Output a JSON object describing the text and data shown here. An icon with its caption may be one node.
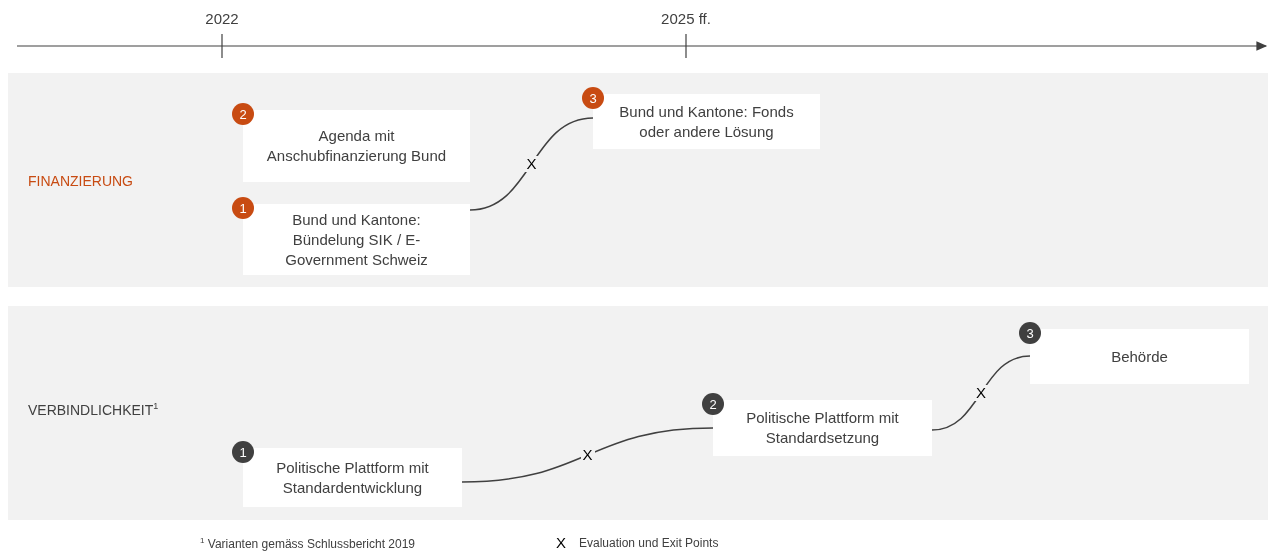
{
  "diagram": {
    "nodes": [
      {
        "text": [
          "FINANZIERUNG"
        ]
      },
      {
        "text": [
          "Agenda mit Anschubfinanzierung Bund"
        ],
        "in": 0,
        "beside": [
          "2"
        ]
      },
      {
        "text": [
          "Bund und Kantone: Bündelung SIK / E-Government Schweiz"
        ],
        "in": 0,
        "beside": [
          "1"
        ]
      },
      {
        "text": [
          "Bund und Kantone: Fonds oder andere Lösung"
        ],
        "in": 0,
        "beside": [
          "3"
        ]
      },
      {
        "text": [
          "VERBINDLICHKEIT$^{1}$"
        ]
      },
      {
        "text": [
          "Politische Plattform mit Standardentwicklung"
        ],
        "in": 4,
        "beside": [
          "1"
        ]
      },
      {
        "text": [
          "Politische Plattform mit Standardsetzung"
        ],
        "in": 4,
        "beside": [
          "2"
        ]
      },
      {
        "text": [
          "Behörde"
        ],
        "in": 4,
        "beside": [
          "3"
        ]
      }
    ],
    "edges": [
      {
        "from": 2,
        "to": 3,
        "arrow": "none",
        "label": "X"
      },
      {
        "from": 5,
        "to": 6,
        "arrow": "none",
        "label": "X"
      },
      {
        "from": 6,
        "to": 7,
        "arrow": "none",
        "label": "X"
      }
    ],
    "labels": [
      "2022",
      "2025 ff.",
      "$^{1}$ Varianten gemäss Schlussbericht 2019",
      "X"
    ],
    "legend": [
      {
        "text": "Evaluation und Exit Points"
      }
    ]
  }
}
